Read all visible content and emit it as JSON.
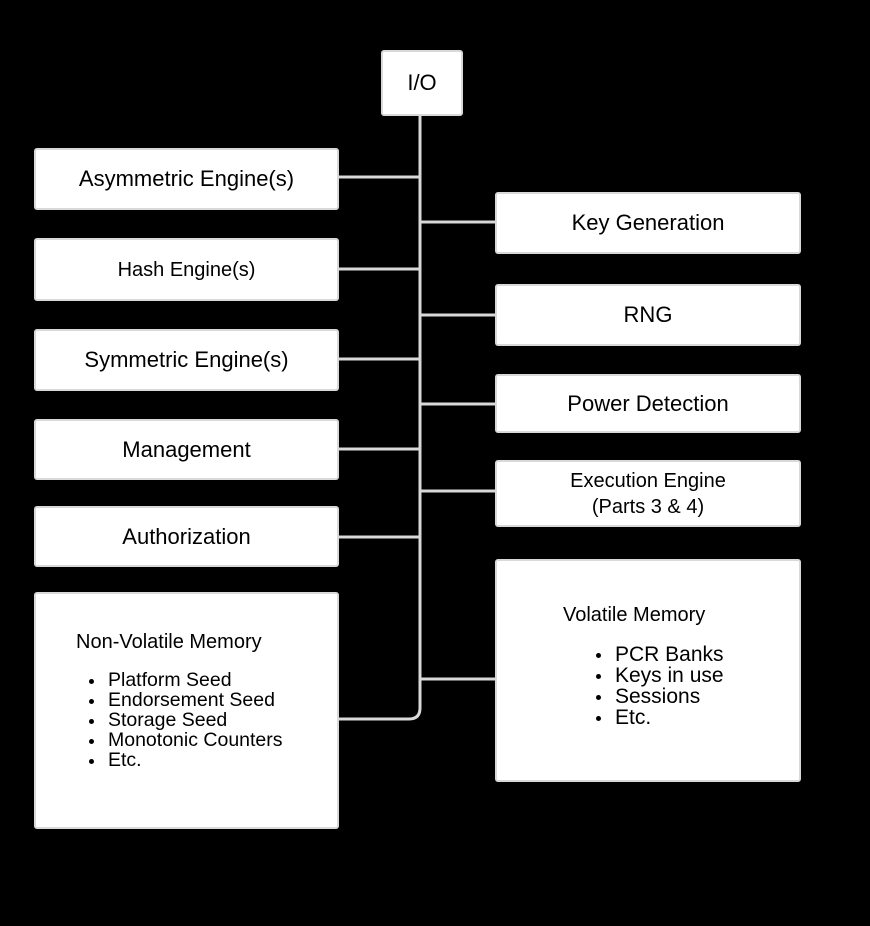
{
  "diagram": {
    "io": "I/O",
    "left_modules": [
      "Asymmetric Engine(s)",
      "Hash Engine(s)",
      "Symmetric Engine(s)",
      "Management",
      "Authorization"
    ],
    "right_modules": [
      "Key Generation",
      "RNG",
      "Power Detection"
    ],
    "execution_engine": {
      "line1": "Execution Engine",
      "line2": "(Parts 3 & 4)"
    },
    "non_volatile_memory": {
      "title": "Non-Volatile Memory",
      "items": [
        "Platform Seed",
        "Endorsement Seed",
        "Storage Seed",
        "Monotonic Counters",
        "Etc."
      ]
    },
    "volatile_memory": {
      "title": "Volatile Memory",
      "items": [
        "PCR Banks",
        "Keys in use",
        "Sessions",
        "Etc."
      ]
    }
  },
  "colors": {
    "background": "#000000",
    "box_fill": "#ffffff",
    "connector": "#d9d9d9",
    "text": "#000000"
  }
}
